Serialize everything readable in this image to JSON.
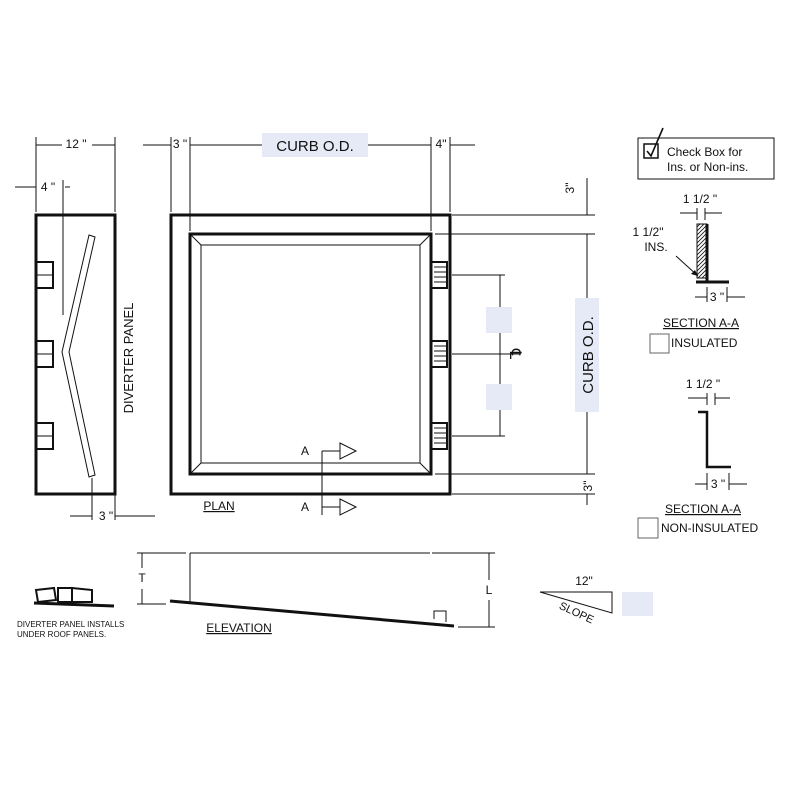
{
  "labels": {
    "curb_od_top": "CURB O.D.",
    "curb_od_side": "CURB O.D.",
    "dim_12": "12 \"",
    "dim_3_top": "3 \"",
    "dim_4_top": "4\"",
    "dim_4_left": "4 \"",
    "dim_3_right_top": "3\"",
    "dim_3_right_bottom": "3\"",
    "dim_3_bottom_left": "3 \"",
    "diverter_panel": "DIVERTER PANEL",
    "plan": "PLAN",
    "section_a_top": "A",
    "section_a_bottom": "A",
    "centerline": "℄",
    "elevation": "ELEVATION",
    "T": "T",
    "L": "L",
    "slope_12": "12\"",
    "slope": "SLOPE",
    "diverter_note_line1": "DIVERTER PANEL INSTALLS",
    "diverter_note_line2": "UNDER ROOF PANELS."
  },
  "legend": {
    "line1": "Check Box for",
    "line2": "Ins. or Non-ins."
  },
  "sections": {
    "insulated": {
      "dim_top": "1 1/2 \"",
      "ins_label_line1": "1 1/2\"",
      "ins_label_line2": "INS.",
      "dim_bottom": "3 \"",
      "title": "SECTION A-A",
      "option": "INSULATED"
    },
    "non_insulated": {
      "dim_top": "1 1/2 \"",
      "dim_bottom": "3 \"",
      "title": "SECTION A-A",
      "option": "NON-INSULATED"
    }
  }
}
